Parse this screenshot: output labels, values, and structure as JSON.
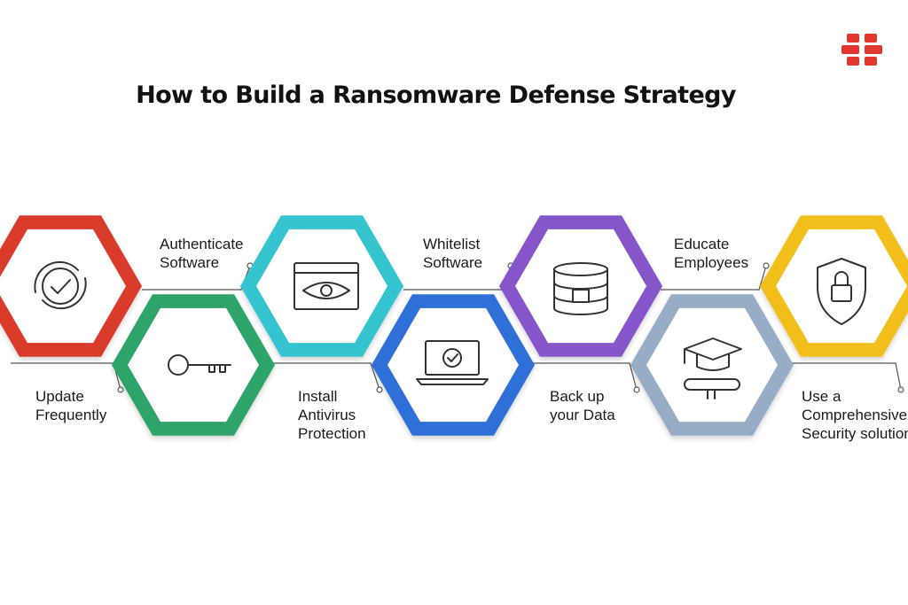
{
  "title": "How to Build a Ransomware Defense Strategy",
  "steps": [
    {
      "label_lines": [
        "Update",
        "Frequently"
      ],
      "color": "#d93a2b",
      "icon": "refresh-check-icon"
    },
    {
      "label_lines": [
        "Authenticate",
        "Software"
      ],
      "color": "#2fa36b",
      "icon": "key-icon"
    },
    {
      "label_lines": [
        "Install",
        "Antivirus",
        "Protection"
      ],
      "color": "#34c4cf",
      "icon": "browser-eye-icon"
    },
    {
      "label_lines": [
        "Whitelist",
        "Software"
      ],
      "color": "#2f6fd8",
      "icon": "laptop-gear-check-icon"
    },
    {
      "label_lines": [
        "Back up",
        "your Data"
      ],
      "color": "#8456c9",
      "icon": "database-folder-icon"
    },
    {
      "label_lines": [
        "Educate",
        "Employees"
      ],
      "color": "#97adc6",
      "icon": "graduation-cap-diploma-icon"
    },
    {
      "label_lines": [
        "Use a",
        "Comprehensive",
        "Security solution"
      ],
      "color": "#f2be1a",
      "icon": "shield-lock-icon"
    }
  ],
  "logo": {
    "icon": "brand-logo-icon",
    "color": "#e2352b"
  }
}
